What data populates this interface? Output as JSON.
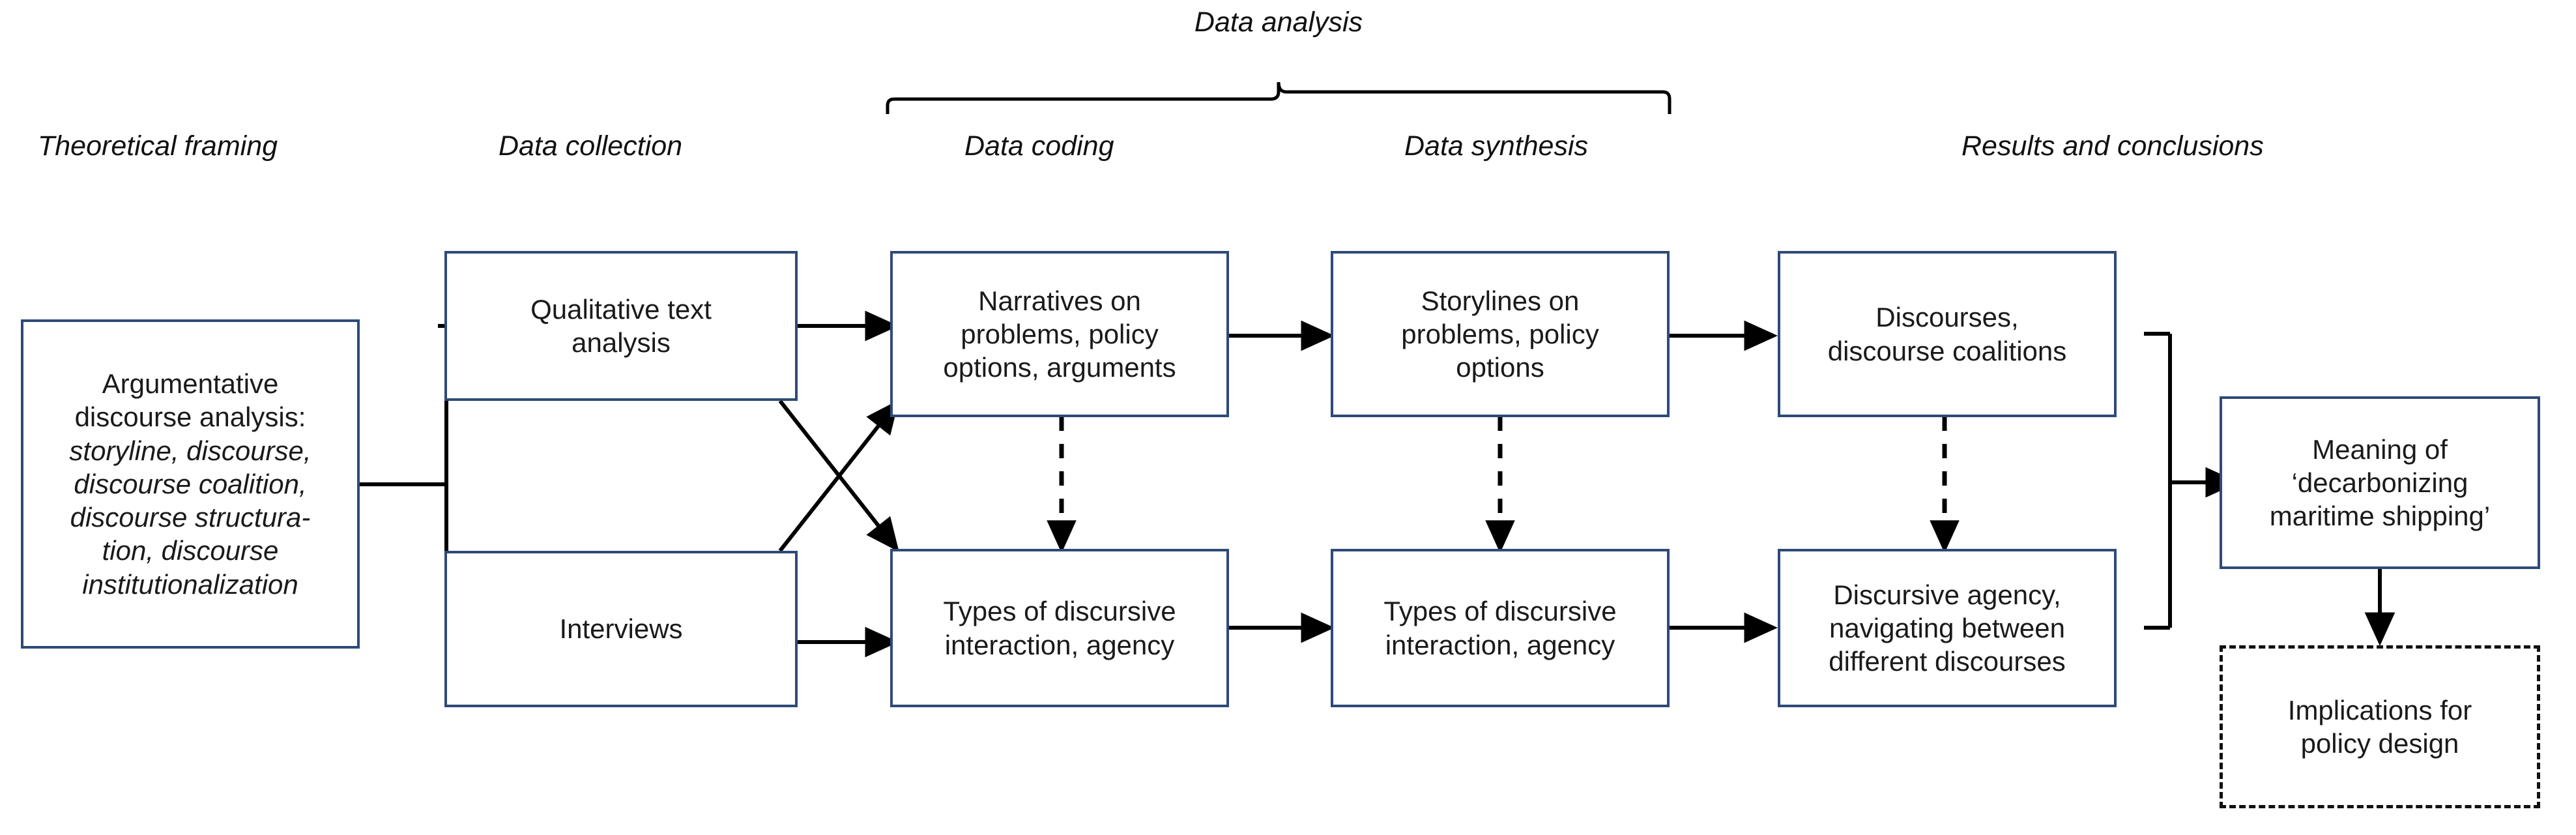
{
  "diagram": {
    "title_group": "Data analysis",
    "columns": [
      {
        "id": "theoretical-framing",
        "label": "Theoretical framing"
      },
      {
        "id": "data-collection",
        "label": "Data collection"
      },
      {
        "id": "data-coding",
        "label": "Data coding"
      },
      {
        "id": "data-synthesis",
        "label": "Data synthesis"
      },
      {
        "id": "results-conclusions",
        "label": "Results and conclusions"
      }
    ],
    "nodes": {
      "framing": {
        "head": "Argumentative\ndiscourse analysis:",
        "emphasis": "storyline, discourse,\ndiscourse coalition,\ndiscourse structura-\ntion, discourse\ninstitutionalization"
      },
      "qualitative_text_analysis": "Qualitative text\nanalysis",
      "interviews": "Interviews",
      "narratives": "Narratives on\nproblems, policy\noptions, arguments",
      "types_coding": "Types of discursive\ninteraction, agency",
      "storylines": "Storylines on\nproblems, policy\noptions",
      "types_synthesis": "Types of discursive\ninteraction, agency",
      "discourses": "Discourses,\ndiscourse coalitions",
      "discursive_agency": "Discursive agency,\nnavigating between\ndifferent discourses",
      "meaning": "Meaning of\n‘decarbonizing\nmaritime shipping’",
      "implications": "Implications for\npolicy design"
    },
    "colors": {
      "node_border": "#2e4a78",
      "dashed_border": "#111111",
      "connector": "#000000",
      "text": "#1a1a1a",
      "background": "#ffffff"
    }
  }
}
